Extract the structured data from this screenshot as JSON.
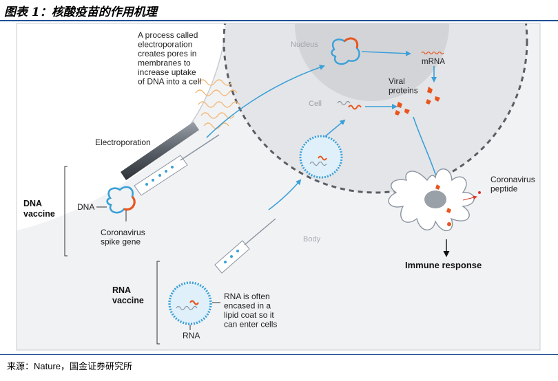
{
  "header": {
    "title": "图表 1：核酸疫苗的作用机理"
  },
  "labels": {
    "electroporation_note": [
      "A process called",
      "electroporation",
      "creates pores in",
      "membranes to",
      "increase uptake",
      "of DNA into a cell"
    ],
    "nucleus": "Nucleus",
    "mrna": "mRNA",
    "cell": "Cell",
    "viral_proteins": [
      "Viral",
      "proteins"
    ],
    "electroporation": "Electroporation",
    "dna_vaccine": [
      "DNA",
      "vaccine"
    ],
    "dna": "DNA",
    "spike_gene": [
      "Coronavirus",
      "spike gene"
    ],
    "body": "Body",
    "coronavirus_peptide": [
      "Coronavirus",
      "peptide"
    ],
    "immune_response": "Immune response",
    "rna_vaccine": [
      "RNA",
      "vaccine"
    ],
    "rna": "RNA",
    "lipid_note": [
      "RNA is often",
      "encased in a",
      "lipid coat so it",
      "can enter cells"
    ]
  },
  "footer": {
    "source": "来源：Nature，国金证券研究所"
  },
  "colors": {
    "arrow": "#3aa0d8",
    "cell_fill": "#e4e5e8",
    "nucleus_fill": "#d3d4d8",
    "body_fill": "#f1f2f4",
    "highlight": "#e8561e",
    "rule": "#1f4e96"
  }
}
